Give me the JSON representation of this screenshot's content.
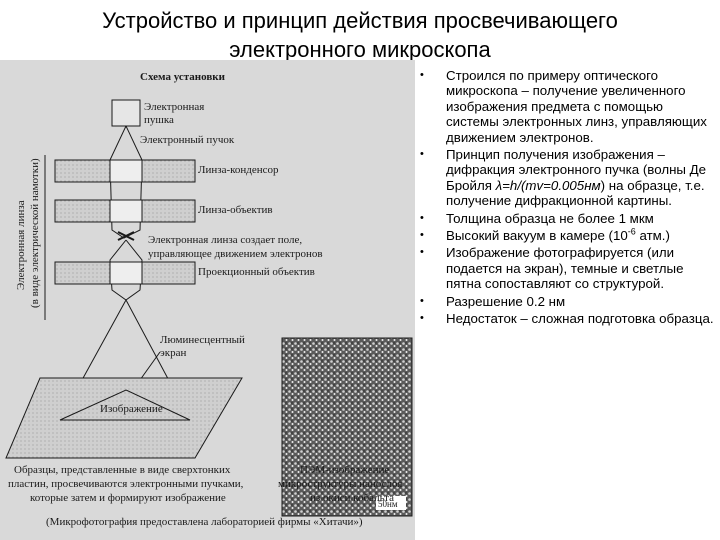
{
  "slide": {
    "title_line1": "Устройство и принцип действия просвечивающего",
    "title_line2": "электронного микроскопа"
  },
  "figure": {
    "heading": "Схема установки",
    "gun_label_1": "Электронная",
    "gun_label_2": "пушка",
    "beam_label": "Электронный пучок",
    "condenser_label": "Линза-конденсор",
    "objective_label": "Линза-объектив",
    "field_label_1": "Электронная линза создает поле,",
    "field_label_2": "управляющее движением электронов",
    "projection_label": "Проекционный объектив",
    "screen_label_1": "Люминесцентный",
    "screen_label_2": "экран",
    "image_label": "Изображение",
    "side_label_1": "Электронная линза",
    "side_label_2": "(в виде электрической намотки)",
    "caption_left_1": "Образцы, представленные в виде сверхтонких",
    "caption_left_2": "пластин, просвечиваются электронными пучками,",
    "caption_left_3": "которые затем и формируют изображение",
    "caption_right_1": "ПЭМ-изображение",
    "caption_right_2": "микроструктуры нанослоя",
    "caption_right_3": "из окиси кобальта",
    "credit": "(Микрофотография предоставлена лабораторией фирмы «Хитачи»)",
    "scale_bar": "50нм"
  },
  "bullets": {
    "b1": "Строился по примеру оптического микроскопа – получение увеличенного изображения предмета с помощью системы электронных линз, управляющих движением электронов.",
    "b2_text": " Принцип получения изображения – дифракция электронного пучка (волны Де Бройля ",
    "b2_formula": "λ=h/(mv=0.005нм",
    "b2_tail": ") на образце, т.е. получение дифракционной картины.",
    "b3": "Толщина образца не более 1 мкм",
    "b4_text": "Высокий вакуум в камере (10",
    "b4_sup": "-6",
    "b4_tail": " атм.)",
    "b5": "Изображение фотографируется (или подается на экран), темные и светлые пятна сопоставляют со структурой.",
    "b6": "Разрешение 0.2 нм",
    "b7": "Недостаток – сложная подготовка образца."
  },
  "colors": {
    "scan_bg": "#d9d9d9",
    "ink": "#1a1a1a",
    "lens_fill": "#c6c6c6"
  }
}
